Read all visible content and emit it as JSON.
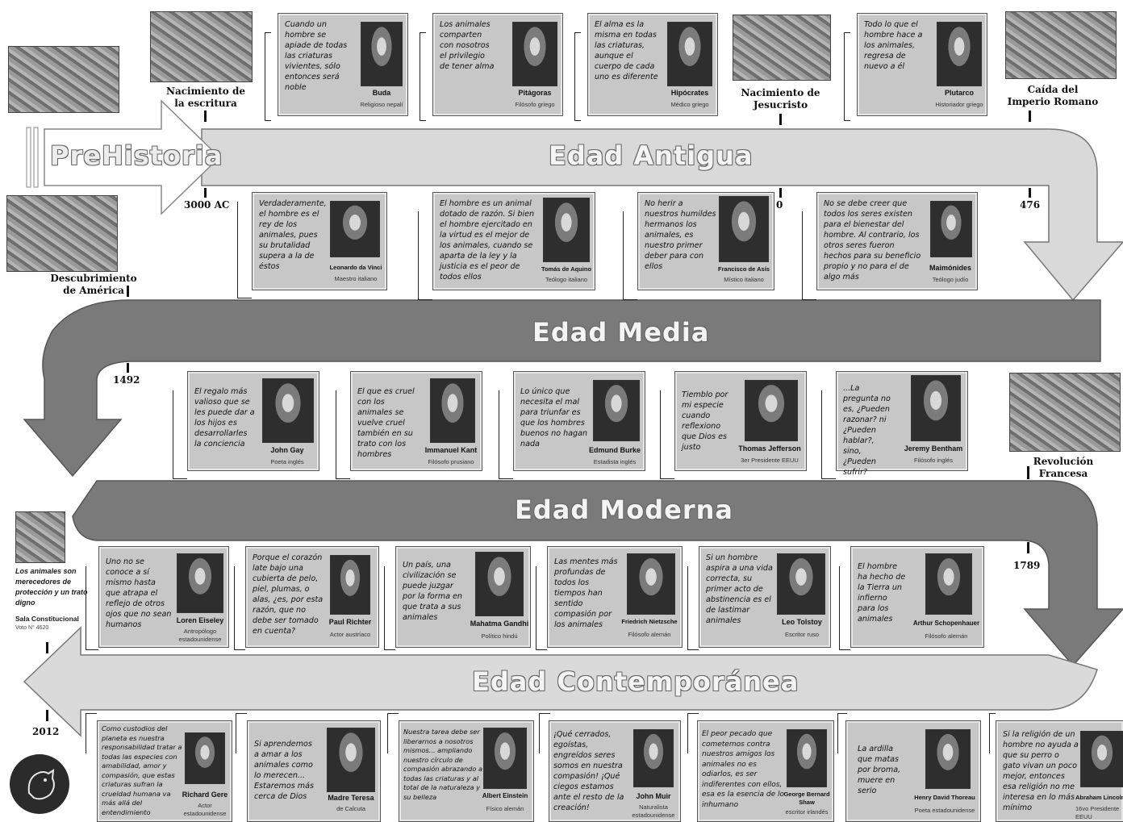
{
  "bands": {
    "prehistoria": "PreHistoria",
    "antigua": "Edad Antigua",
    "media": "Edad Media",
    "moderna": "Edad Moderna",
    "contemporanea": "Edad Contemporánea"
  },
  "events": {
    "escritura": "Nacimiento de la escritura",
    "jesucristo": "Nacimiento de Jesucristo",
    "romano": "Caída del Imperio Romano",
    "america": "Descubrimiento de América",
    "revolucion": "Revolución Francesa"
  },
  "years": {
    "y3000": "3000 AC",
    "y0": "0",
    "y476": "476",
    "y1492": "1492",
    "y1789": "1789",
    "y2012": "2012"
  },
  "side_quote": {
    "text": "Los animales son merecedores de protección y un trato digno",
    "author": "Sala Constitucional",
    "detail": "Voto N° 4620"
  },
  "antigua_cards": [
    {
      "quote": "Cuando un hombre se apiade de todas las criaturas vivientes, sólo entonces será noble",
      "name": "Buda",
      "role": "Religioso nepalí"
    },
    {
      "quote": "Los animales comparten con nosotros el privilegio de tener alma",
      "name": "Pitágoras",
      "role": "Filósofo griego"
    },
    {
      "quote": "El alma es la misma en todas las criaturas, aunque el cuerpo de cada uno es diferente",
      "name": "Hipócrates",
      "role": "Médico griego"
    },
    {
      "quote": "Todo lo que el hombre hace a los animales, regresa de nuevo a él",
      "name": "Plutarco",
      "role": "Historiador griego"
    }
  ],
  "media_cards": [
    {
      "quote": "Verdaderamente, el hombre es el rey de los animales, pues su brutalidad supera a la de éstos",
      "name": "Leonardo da Vinci",
      "role": "Maestro italiano"
    },
    {
      "quote": "El hombre es un animal dotado de razón. Si bien el hombre ejercitado en la virtud es el mejor de los animales, cuando se aparta de la ley y la justicia es el peor de todos ellos",
      "name": "Tomás de Aquino",
      "role": "Teólogo italiano"
    },
    {
      "quote": "No herir a nuestros humildes hermanos los animales, es nuestro primer deber para con ellos",
      "name": "Francisco de Asís",
      "role": "Místico italiano"
    },
    {
      "quote": "No se debe creer que todos los seres existen para el bienestar del hombre. Al contrario, los otros seres fueron hechos para su beneficio propio y no para el de algo más",
      "name": "Maimónides",
      "role": "Teólogo judío"
    }
  ],
  "moderna_cards": [
    {
      "quote": "El regalo más valioso que se les puede dar a los hijos es desarrollarles la conciencia",
      "name": "John Gay",
      "role": "Poeta inglés"
    },
    {
      "quote": "El que es cruel con los animales se vuelve cruel también en su trato con los hombres",
      "name": "Immanuel Kant",
      "role": "Filósofo prusiano"
    },
    {
      "quote": "Lo único que necesita el mal para triunfar es que los hombres buenos no hagan nada",
      "name": "Edmund Burke",
      "role": "Estadista inglés"
    },
    {
      "quote": "Tiemblo por mi especie cuando reflexiono que Dios es justo",
      "name": "Thomas Jefferson",
      "role": "3er Presidente EEUU"
    },
    {
      "quote": "...La pregunta no es, ¿Pueden razonar? ni ¿Pueden hablar?, sino, ¿Pueden sufrir?",
      "name": "Jeremy Bentham",
      "role": "Filósofo inglés"
    }
  ],
  "contemporanea_cards_1": [
    {
      "quote": "Uno no se conoce a sí mismo hasta que atrapa el reflejo de otros ojos que no sean humanos",
      "name": "Loren Eiseley",
      "role": "Antropólogo estadounidense"
    },
    {
      "quote": "Porque el corazón late bajo una cubierta de pelo, piel, plumas, o alas, ¿es, por esta razón, que no debe ser tomado en cuenta?",
      "name": "Paul Richter",
      "role": "Actor austríaco"
    },
    {
      "quote": "Un país, una civilización se puede juzgar por la forma en que trata a sus animales",
      "name": "Mahatma Gandhi",
      "role": "Político hindú"
    },
    {
      "quote": "Las mentes más profundas de todos los tiempos han sentido compasión por los animales",
      "name": "Friedrich Nietzsche",
      "role": "Filósofo alemán"
    },
    {
      "quote": "Si un hombre aspira a una vida correcta, su primer acto de abstinencia es el de lastimar animales",
      "name": "Leo Tolstoy",
      "role": "Escritor ruso"
    },
    {
      "quote": "El hombre ha hecho de la Tierra un infierno para los animales",
      "name": "Arthur Schopenhauer",
      "role": "Filósofo alemán"
    }
  ],
  "contemporanea_cards_2": [
    {
      "quote": "Como custodios del planeta es nuestra responsabilidad tratar a todas las especies con amabilidad, amor y compasión, que estas criaturas sufran la crueldad humana va más allá del entendimiento",
      "name": "Richard Gere",
      "role": "Actor estadounidense"
    },
    {
      "quote": "Si aprendemos a amar a los animales como lo merecen... Estaremos más cerca de Dios",
      "name": "Madre Teresa",
      "role": "de Calcuta"
    },
    {
      "quote": "Nuestra tarea debe ser liberarnos a nosotros mismos... ampliando nuestro círculo de compasión abrazando a todas las criaturas y al total de la naturaleza y su belleza",
      "name": "Albert Einstein",
      "role": "Físico alemán"
    },
    {
      "quote": "¡Qué cerrados, egoístas, engreídos seres somos en nuestra compasión! ¡Qué ciegos estamos ante el resto de la creación!",
      "name": "John Muir",
      "role": "Naturalista estadounidense"
    },
    {
      "quote": "El peor pecado que cometemos contra nuestros amigos los animales no es odiarlos, es ser indiferentes con ellos, esa es la esencia de lo inhumano",
      "name": "George Bernard Shaw",
      "role": "escritor irlandés"
    },
    {
      "quote": "La ardilla que matas por broma, muere en serio",
      "name": "Henry David Thoreau",
      "role": "Poeta estadounidense"
    },
    {
      "quote": "Si la religión de un hombre no ayuda a que su perro o gato vivan un poco mejor, entonces esa religión no me interesa en lo más mínimo",
      "name": "Abraham Lincoln",
      "role": "16vo Presidente EEUU"
    }
  ]
}
